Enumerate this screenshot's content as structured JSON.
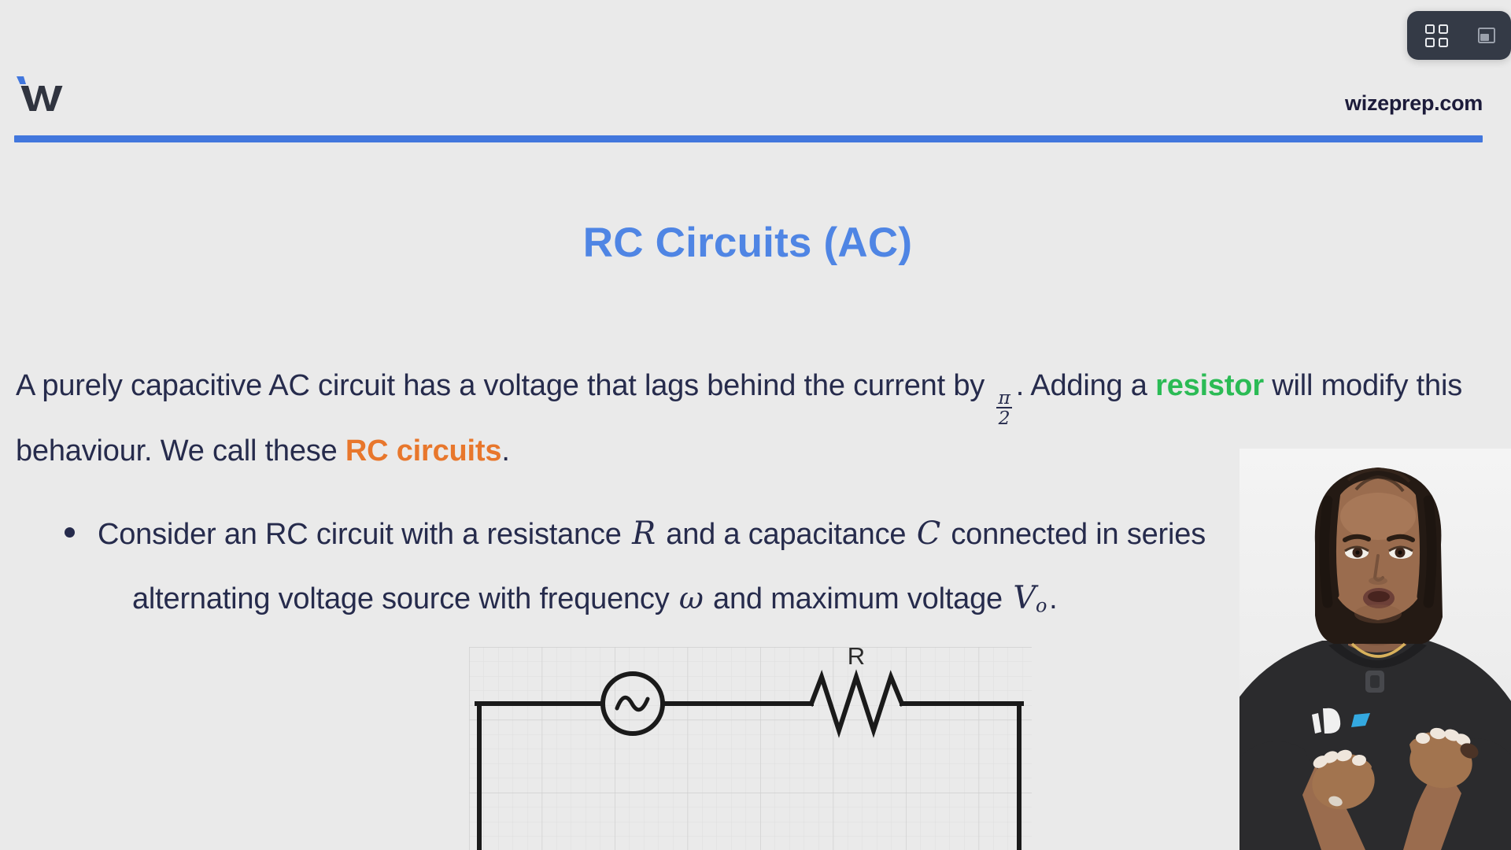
{
  "brand": {
    "logo_name": "wizeprep-w-logo",
    "url_text": "wizeprep.com",
    "accent_blue": "#4277dd",
    "logo_dark": "#30343f"
  },
  "player_toolbar": {
    "grid_icon": "grid-view-icon",
    "pip_icon": "picture-in-picture-icon"
  },
  "slide": {
    "title": "RC Circuits (AC)",
    "title_color": "#4f85e4",
    "paragraph": {
      "part1": "A purely capacitive AC circuit has a voltage that lags behind the current by ",
      "fraction_numerator": "π",
      "fraction_denominator": "2",
      "part2": ". Adding a ",
      "highlight_resistor": "resistor",
      "highlight_resistor_color": "#2bbb55",
      "part3": " will modify this behaviour. We call these ",
      "highlight_rc": "RC circuits",
      "highlight_rc_color": "#e8772c",
      "part4": "."
    },
    "bullets": [
      {
        "line1_a": "Consider an RC circuit with a resistance ",
        "var_R": "R",
        "line1_b": " and a capacitance ",
        "var_C": "C",
        "line1_c": " connected in series",
        "line2_a": "alternating voltage source with frequency ",
        "var_omega": "ω",
        "line2_b": " and maximum voltage ",
        "var_V": "V",
        "var_V_sub": "o",
        "line2_c": "."
      }
    ]
  },
  "figure": {
    "name": "rc-circuit-diagram",
    "ac_source_label": "",
    "resistor_label": "R",
    "grid_color": "#dcdcdc",
    "wire_color": "#1a1a1a"
  },
  "presenter": {
    "name": "instructor-webcam-overlay"
  }
}
